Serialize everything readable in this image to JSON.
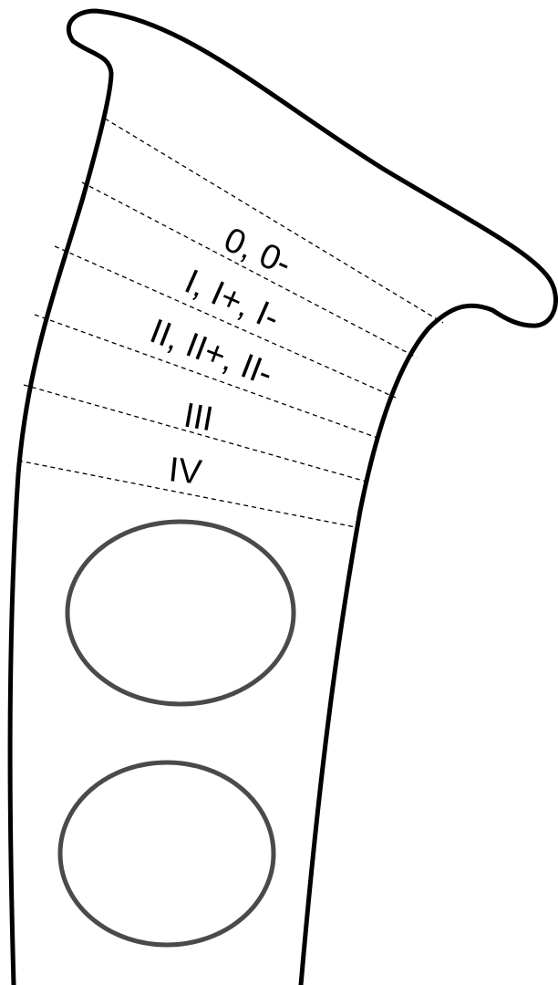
{
  "zones": [
    {
      "label": "0, 0-"
    },
    {
      "label": "I, I+, I-"
    },
    {
      "label": "II, II+, II-"
    },
    {
      "label": "III"
    },
    {
      "label": "IV"
    }
  ],
  "colors": {
    "outline": "#000000",
    "holes": "#4a4a4a",
    "background": "#ffffff"
  }
}
